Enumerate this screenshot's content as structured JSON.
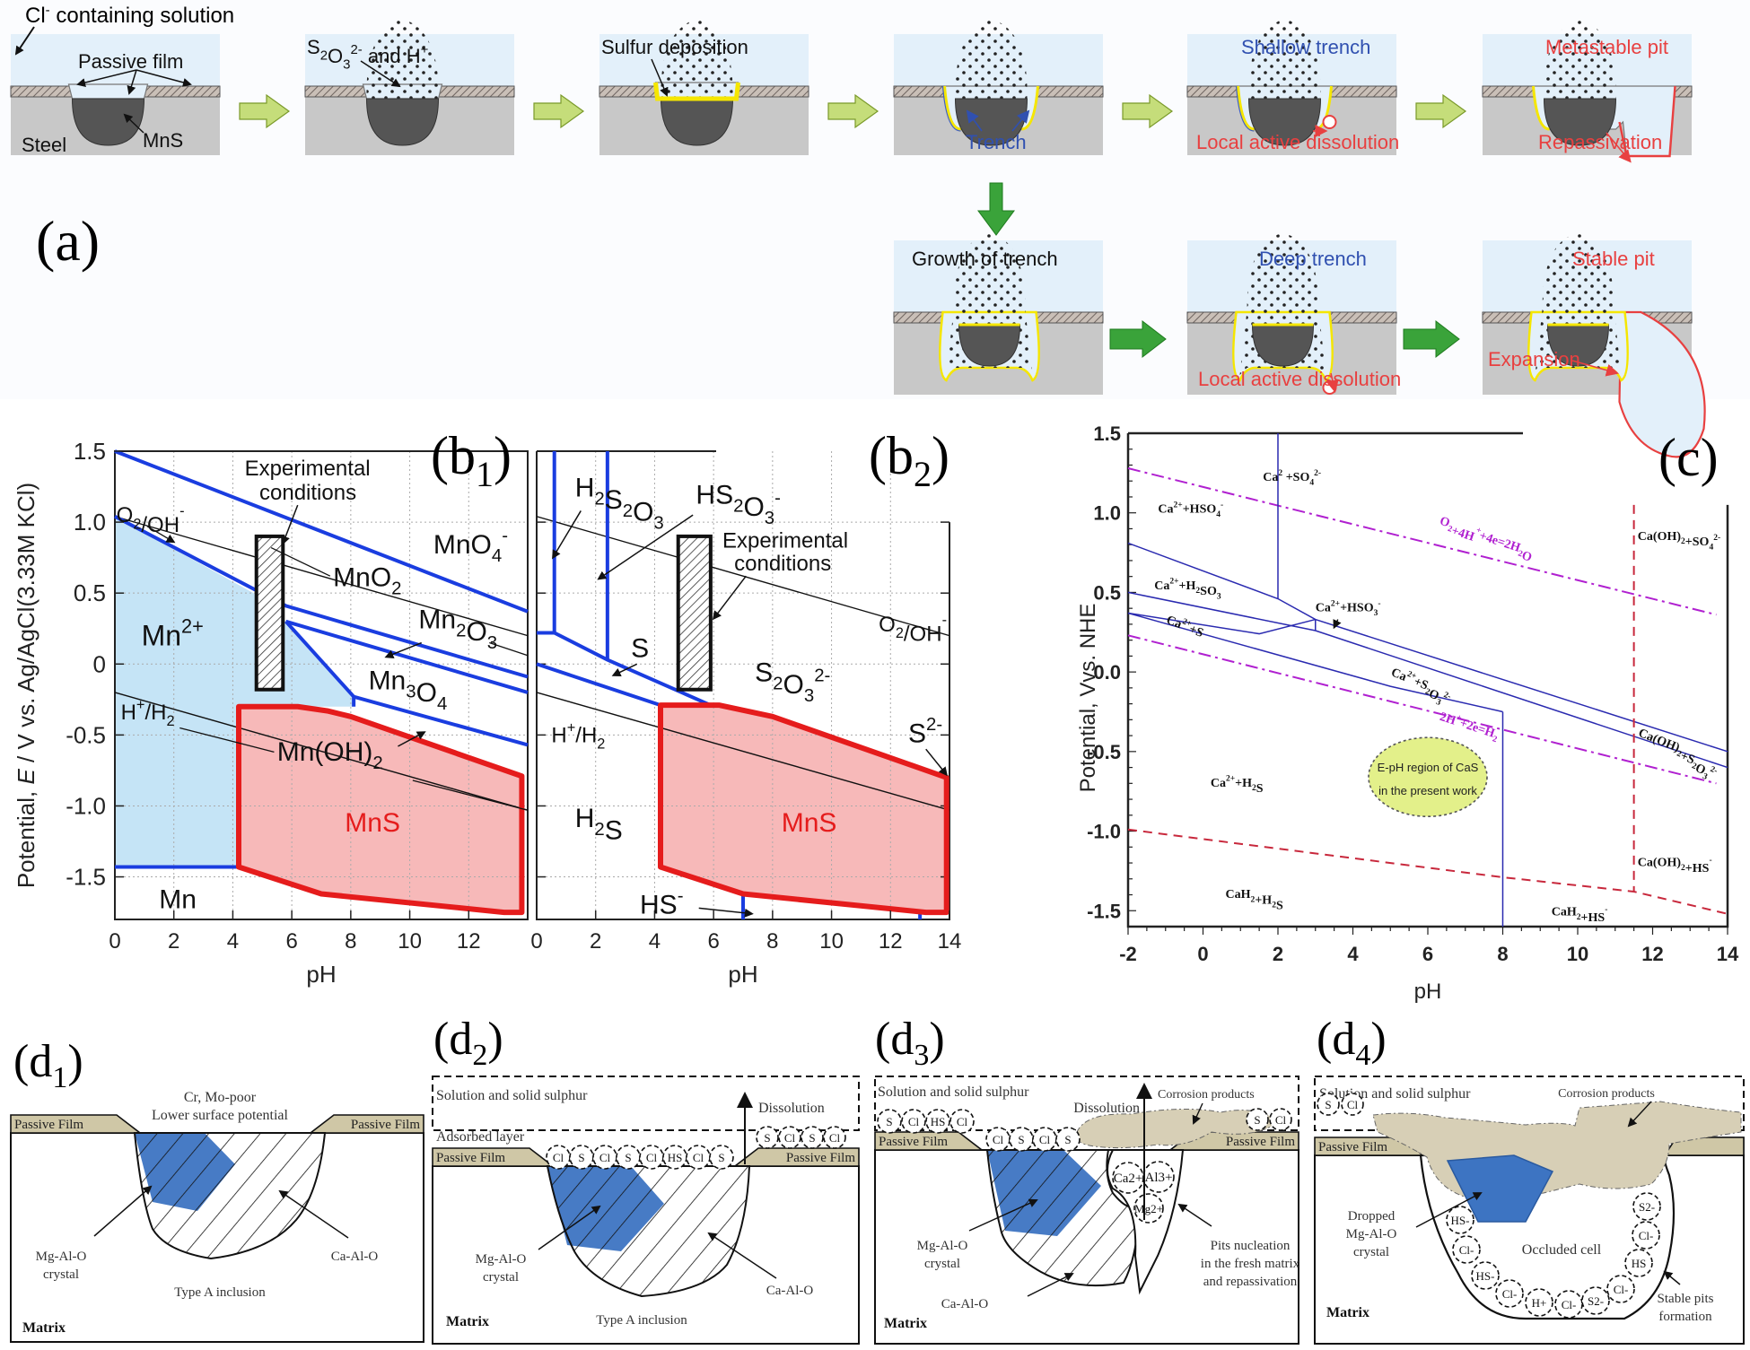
{
  "figure": {
    "panel_labels": {
      "a": "(a)",
      "b1": "(b",
      "b1_sub": "1",
      "b2": "(b",
      "b2_sub": "2",
      "c": "(c)",
      "d1": "(d",
      "d1_sub": "1",
      "d2": "(d",
      "d2_sub": "2",
      "d3": "(d",
      "d3_sub": "3",
      "d4": "(d",
      "d4_sub": "4",
      "close": ")"
    },
    "colors": {
      "solution": "#e3f0fa",
      "steel": "#c8c8c8",
      "mns": "#555555",
      "sulfur": "#f5e600",
      "blue_text": "#3050b0",
      "red_text": "#e84040",
      "arrow_light": "#c5dd7a",
      "arrow_green": "#3aa33a",
      "phase_blue": "#1a3de0",
      "mns_fill": "#f7b9b9",
      "mns_edge": "#e51c1c",
      "mn2_fill": "#c5e4f6",
      "magenta": "#b020d0",
      "dashed_red": "#c8283c",
      "cas_fill": "#e3f08a",
      "passive_film": "#cfc7a6",
      "crystal": "#3d74c2",
      "corrosion": "#d7cfb6"
    }
  },
  "panel_a": {
    "top_caption": "Cl",
    "top_caption_sup": "-",
    "top_caption_rest": " containing solution",
    "steps": [
      {
        "title": "Passive film",
        "color": "black",
        "extra": "MnS",
        "base": "Steel"
      },
      {
        "title_main": "S",
        "title_s2": "2",
        "title_o": "O",
        "title_s3": "3",
        "title_sup": "2-",
        "title_rest": " and H",
        "title_sup2": "+"
      },
      {
        "title": "Sulfur deposition"
      },
      {
        "bottom_label": "Trench"
      },
      {
        "title": "Shallow trench",
        "bottom_label": "Local active dissolution"
      },
      {
        "title": "Metastable pit",
        "bottom_label": "Repassivation"
      },
      {
        "title": "Growth of trench"
      },
      {
        "title": "Deep trench",
        "bottom_label": "Local active dissolution"
      },
      {
        "title": "Stable pit",
        "bottom_label": "Expansion"
      }
    ]
  },
  "chart_data": [
    {
      "id": "b1",
      "type": "area",
      "title": "(b1) Mn-H2O-S Pourbaix diagram",
      "xlabel": "pH",
      "ylabel": "Potential, E / V vs. Ag/AgCl(3.33M KCl)",
      "ylabel_parts": [
        "Potential, ",
        "E",
        " / V vs. Ag/AgCl(3.33M KCl)"
      ],
      "xlim": [
        0,
        14
      ],
      "ylim": [
        -1.8,
        1.5
      ],
      "xticks": [
        0,
        2,
        4,
        6,
        8,
        10,
        12
      ],
      "xtick_labels": [
        "0",
        "2",
        "4",
        "6",
        "8",
        "10",
        "12"
      ],
      "yticks": [
        1.5,
        1.0,
        0.5,
        0,
        -0.5,
        -1.0,
        -1.5
      ],
      "ytick_labels": [
        "1.5",
        "1.0",
        "0.5",
        "0",
        "-0.5",
        "-1.0",
        "-1.5"
      ],
      "grid": true,
      "boundaries": [
        {
          "name": "MnO4-/MnO2",
          "points": [
            [
              0,
              1.5
            ],
            [
              14,
              0.37
            ]
          ]
        },
        {
          "name": "MnO2/Mn2+",
          "points": [
            [
              0,
              1.04
            ],
            [
              5.8,
              0.41
            ],
            [
              14,
              -0.09
            ]
          ]
        },
        {
          "name": "Mn2O3 lower",
          "points": [
            [
              5.8,
              0.3
            ],
            [
              14,
              -0.2
            ]
          ]
        },
        {
          "name": "Mn3O4/Mn2+",
          "points": [
            [
              5.8,
              0.3
            ],
            [
              8.1,
              -0.23
            ],
            [
              8.1,
              -0.3
            ]
          ]
        },
        {
          "name": "Mn3O4 lower",
          "points": [
            [
              8.1,
              -0.23
            ],
            [
              14,
              -0.57
            ]
          ]
        },
        {
          "name": "Mn/Mn2+",
          "points": [
            [
              0,
              -1.43
            ],
            [
              4.2,
              -1.43
            ]
          ]
        }
      ],
      "water_lines": [
        {
          "name": "O2/OH-",
          "points": [
            [
              0,
              1.04
            ],
            [
              14,
              0.2
            ]
          ]
        },
        {
          "name": "H+/H2",
          "points": [
            [
              0,
              -0.2
            ],
            [
              14,
              -1.03
            ]
          ]
        }
      ],
      "mns_region": [
        [
          4.2,
          -0.3
        ],
        [
          6.2,
          -0.3
        ],
        [
          7.2,
          -0.33
        ],
        [
          8.0,
          -0.37
        ],
        [
          13.8,
          -0.79
        ],
        [
          13.8,
          -1.75
        ],
        [
          13.2,
          -1.75
        ],
        [
          7.0,
          -1.62
        ],
        [
          4.2,
          -1.43
        ]
      ],
      "mn2_region": [
        [
          0,
          1.04
        ],
        [
          4.7,
          0.5
        ],
        [
          5.8,
          0.3
        ],
        [
          8.1,
          -0.23
        ],
        [
          8.1,
          -0.3
        ],
        [
          4.2,
          -0.3
        ],
        [
          4.2,
          -1.43
        ],
        [
          0,
          -1.43
        ]
      ],
      "experimental_box": {
        "ph": [
          4.8,
          5.7
        ],
        "E": [
          -0.18,
          0.9
        ]
      },
      "region_labels": [
        {
          "text": "MnO4",
          "sup": "-",
          "ph": 11.5,
          "E": 0.78
        },
        {
          "text": "MnO2",
          "ph": 9.6,
          "E": 0.57
        },
        {
          "text": "Mn2O3",
          "ph": 11.6,
          "E": 0.3
        },
        {
          "text": "Mn3O4",
          "ph": 9.9,
          "E": -0.18
        },
        {
          "text": "Mn(OH)2",
          "ph": 8.6,
          "E": -0.62
        },
        {
          "text": "Mn2+",
          "ph": 1.3,
          "E": 0.16
        },
        {
          "text": "MnS",
          "ph": 8.5,
          "E": -1.12
        },
        {
          "text": "Mn",
          "ph": 1.5,
          "E": -1.7
        },
        {
          "text": "O2/OH-",
          "ph": 0.1,
          "E": 1.05
        },
        {
          "text": "H+/H2",
          "ph": 0.15,
          "E": -0.33
        },
        {
          "text": "Experimental conditions",
          "ph": 5.7,
          "E": 1.27
        }
      ]
    },
    {
      "id": "b2",
      "type": "area",
      "title": "(b2) S-H2O Pourbaix diagram",
      "xlabel": "pH",
      "xlim": [
        0,
        14
      ],
      "ylim": [
        -1.8,
        1.5
      ],
      "xticks": [
        0,
        2,
        4,
        6,
        8,
        10,
        12,
        14
      ],
      "xtick_labels": [
        "0",
        "2",
        "4",
        "6",
        "8",
        "10",
        "12",
        "14"
      ],
      "grid": true,
      "boundaries": [
        {
          "name": "H2S2O3/HS2O3-",
          "points": [
            [
              0.6,
              1.5
            ],
            [
              0.6,
              0.22
            ]
          ]
        },
        {
          "name": "HS2O3-/S2O3 2-",
          "points": [
            [
              2.4,
              1.5
            ],
            [
              2.4,
              0.03
            ]
          ]
        },
        {
          "name": "S upper",
          "points": [
            [
              0,
              0.22
            ],
            [
              0.6,
              0.22
            ],
            [
              2.4,
              0.03
            ],
            [
              5.9,
              -0.29
            ]
          ]
        },
        {
          "name": "S lower",
          "points": [
            [
              0,
              0
            ],
            [
              4.2,
              -0.29
            ]
          ]
        },
        {
          "name": "HS- boundary",
          "points": [
            [
              7.0,
              -1.62
            ],
            [
              7.0,
              -1.8
            ]
          ]
        },
        {
          "name": "S2- boundary",
          "points": [
            [
              13.0,
              -1.75
            ],
            [
              13.0,
              -1.8
            ]
          ]
        }
      ],
      "water_lines": [
        {
          "name": "O2/OH-",
          "points": [
            [
              0,
              1.04
            ],
            [
              14,
              0.2
            ]
          ]
        },
        {
          "name": "H+/H2",
          "points": [
            [
              0,
              -0.2
            ],
            [
              14,
              -1.03
            ]
          ]
        }
      ],
      "mns_region": [
        [
          4.2,
          -0.29
        ],
        [
          6.2,
          -0.29
        ],
        [
          8.0,
          -0.37
        ],
        [
          13.9,
          -0.8
        ],
        [
          13.9,
          -1.75
        ],
        [
          13.2,
          -1.75
        ],
        [
          7.0,
          -1.62
        ],
        [
          4.2,
          -1.43
        ]
      ],
      "experimental_box": {
        "ph": [
          4.8,
          5.9
        ],
        "E": [
          -0.18,
          0.9
        ]
      },
      "region_labels": [
        {
          "text": "H2S2O3",
          "ph": 1.2,
          "E": 1.2
        },
        {
          "text": "HS2O3-",
          "ph": 5.3,
          "E": 1.15
        },
        {
          "text": "Experimental conditions",
          "ph": 8.0,
          "E": 0.52
        },
        {
          "text": "O2/OH-",
          "ph": 12.0,
          "E": 0.2
        },
        {
          "text": "S",
          "ph": 3.0,
          "E": 0.08
        },
        {
          "text": "S2O3 2-",
          "ph": 8.5,
          "E": -0.12
        },
        {
          "text": "H+/H2",
          "ph": 0.5,
          "E": -0.5
        },
        {
          "text": "S2-",
          "ph": 13.0,
          "E": -0.55
        },
        {
          "text": "H2S",
          "ph": 1.7,
          "E": -1.1
        },
        {
          "text": "MnS",
          "ph": 9.0,
          "E": -1.12
        },
        {
          "text": "HS-",
          "ph": 4.4,
          "E": -1.75
        }
      ]
    },
    {
      "id": "c",
      "type": "area",
      "title": "(c) Ca-S-H2O Pourbaix diagram",
      "xlabel": "pH",
      "ylabel": "Potential, Vvs. NHE",
      "xlim": [
        -2,
        14
      ],
      "ylim": [
        -1.6,
        1.5
      ],
      "xticks": [
        -2,
        0,
        2,
        4,
        6,
        8,
        10,
        12,
        14
      ],
      "xtick_labels": [
        "-2",
        "0",
        "2",
        "4",
        "6",
        "8",
        "10",
        "12",
        "14"
      ],
      "yticks": [
        1.5,
        1.0,
        0.5,
        0.0,
        -0.5,
        -1.0,
        -1.5
      ],
      "ytick_labels": [
        "1.5",
        "1.0",
        "0.5",
        "0.0",
        "-0.5",
        "-1.0",
        "-1.5"
      ],
      "grid": false,
      "boundaries": [
        {
          "name": "HSO4-/SO4 2-",
          "style": "solid",
          "points": [
            [
              2.0,
              1.5
            ],
            [
              2.0,
              0.46
            ]
          ]
        },
        {
          "name": "upper sulfite",
          "style": "solid",
          "points": [
            [
              -2,
              0.81
            ],
            [
              2.0,
              0.46
            ],
            [
              3.0,
              0.33
            ],
            [
              14,
              -0.5
            ]
          ]
        },
        {
          "name": "H2SO3 boundary",
          "style": "solid",
          "points": [
            [
              -2,
              0.5
            ],
            [
              3.0,
              0.26
            ],
            [
              14,
              -0.6
            ]
          ]
        },
        {
          "name": "S boundary",
          "style": "solid",
          "points": [
            [
              -2,
              0.37
            ],
            [
              1.5,
              0.24
            ],
            [
              3.0,
              0.33
            ]
          ]
        },
        {
          "name": "S lower",
          "style": "solid",
          "points": [
            [
              -2,
              0.37
            ],
            [
              5.0,
              -0.09
            ],
            [
              8.0,
              -0.25
            ]
          ]
        },
        {
          "name": "HSO3- short",
          "style": "solid",
          "points": [
            [
              3.0,
              0.33
            ],
            [
              3.0,
              0.26
            ]
          ]
        },
        {
          "name": "H2S/HS-",
          "style": "solid",
          "points": [
            [
              8.0,
              -0.25
            ],
            [
              8.0,
              -1.6
            ]
          ]
        },
        {
          "name": "CaH2 boundary",
          "style": "dashed",
          "points": [
            [
              -2,
              -0.99
            ],
            [
              8.0,
              -1.29
            ],
            [
              11.5,
              -1.38
            ],
            [
              14,
              -1.52
            ]
          ]
        },
        {
          "name": "Ca(OH)2 boundary",
          "style": "dashed",
          "points": [
            [
              11.5,
              1.05
            ],
            [
              11.5,
              -1.38
            ]
          ]
        }
      ],
      "water_lines": [
        {
          "name": "O2+4H++4e=2H2O",
          "points": [
            [
              -2,
              1.28
            ],
            [
              13.7,
              0.36
            ]
          ]
        },
        {
          "name": "2H++2e=H2",
          "points": [
            [
              -2,
              0.23
            ],
            [
              13.7,
              -0.7
            ]
          ]
        }
      ],
      "cas_region": {
        "ph": 6.0,
        "E": -0.66,
        "text_line1": "E-pH region of CaS",
        "text_line2": "in the present work"
      },
      "region_labels": [
        {
          "text": "Ca2+ +SO4 2-",
          "ph": 5.0,
          "E": 1.18
        },
        {
          "text": "Ca2+ +HSO4-",
          "ph": -1.0,
          "E": 1.01
        },
        {
          "text": "O2+4H++4e=2H2O",
          "ph": 6.8,
          "E": 0.82
        },
        {
          "text": "Ca(OH)2+SO4 2-",
          "ph": 12.8,
          "E": 0.8
        },
        {
          "text": "Ca2+ +H2SO3",
          "ph": -1.2,
          "E": 0.53
        },
        {
          "text": "Ca2+ +HSO3-",
          "ph": 4.0,
          "E": 0.38
        },
        {
          "text": "Ca2+ +S",
          "ph": -0.5,
          "E": 0.33
        },
        {
          "text": "Ca2+ +S2O3 2-",
          "ph": 6.5,
          "E": -0.05
        },
        {
          "text": "2H++2e=H2",
          "ph": 5.5,
          "E": -0.37
        },
        {
          "text": "Ca(OH)2+S2O3 2-",
          "ph": 13.0,
          "E": -0.5
        },
        {
          "text": "Ca2+ +H2S",
          "ph": 0.7,
          "E": -0.72
        },
        {
          "text": "Ca(OH)2+HS-",
          "ph": 12.7,
          "E": -1.2
        },
        {
          "text": "CaH2+H2S",
          "ph": 1.7,
          "E": -1.4
        },
        {
          "text": "CaH2+HS-",
          "ph": 9.6,
          "E": -1.5
        }
      ]
    }
  ],
  "panel_d": {
    "d1": {
      "top_label_1": "Cr, Mo-poor",
      "top_label_2": "Lower surface potential",
      "passive_left": "Passive Film",
      "passive_right": "Passive Film",
      "crystal_1": "Mg-Al-O",
      "crystal_2": "crystal",
      "caalo": "Ca-Al-O",
      "inclusion": "Type A inclusion",
      "matrix": "Matrix"
    },
    "d2": {
      "solution": "Solution and solid sulphur",
      "dissolution": "Dissolution",
      "adsorbed": "Adsorbed layer",
      "passive_left": "Passive Film",
      "passive_right": "Passive Film",
      "ions_row": [
        "Cl",
        "S",
        "Cl",
        "S",
        "Cl",
        "HS",
        "Cl",
        "S"
      ],
      "ions_right": [
        "S",
        "Cl",
        "S",
        "Cl"
      ],
      "crystal_1": "Mg-Al-O",
      "crystal_2": "crystal",
      "caalo": "Ca-Al-O",
      "inclusion": "Type A inclusion",
      "matrix": "Matrix"
    },
    "d3": {
      "solution": "Solution and solid sulphur",
      "dissolution": "Dissolution",
      "corrosion": "Corrosion products",
      "passive_left": "Passive Film",
      "passive_right": "Passive Film",
      "ions_top": [
        "S",
        "Cl",
        "HS",
        "Cl"
      ],
      "ions_row": [
        "Cl",
        "S",
        "Cl",
        "S"
      ],
      "ions_right": [
        "S",
        "Cl"
      ],
      "ions_pit": [
        "Ca2+",
        "Al3+",
        "Mg2+"
      ],
      "crystal_1": "Mg-Al-O",
      "crystal_2": "crystal",
      "caalo": "Ca-Al-O",
      "pits_1": "Pits nucleation",
      "pits_2": "in the fresh matrix",
      "pits_3": "and repassivation",
      "matrix": "Matrix"
    },
    "d4": {
      "solution": "Solution and solid sulphur",
      "corrosion": "Corrosion products",
      "passive_left": "Passive Film",
      "ions_top": [
        "S",
        "Cl"
      ],
      "ions_pit": [
        "HS-",
        "Cl-",
        "HS-",
        "Cl-",
        "H+",
        "Cl-",
        "S2-",
        "Cl-",
        "HS",
        "Cl-",
        "S2-"
      ],
      "dropped_1": "Dropped",
      "dropped_2": "Mg-Al-O",
      "dropped_3": "crystal",
      "occluded": "Occluded cell",
      "stable_1": "Stable pits",
      "stable_2": "formation",
      "matrix": "Matrix"
    }
  }
}
